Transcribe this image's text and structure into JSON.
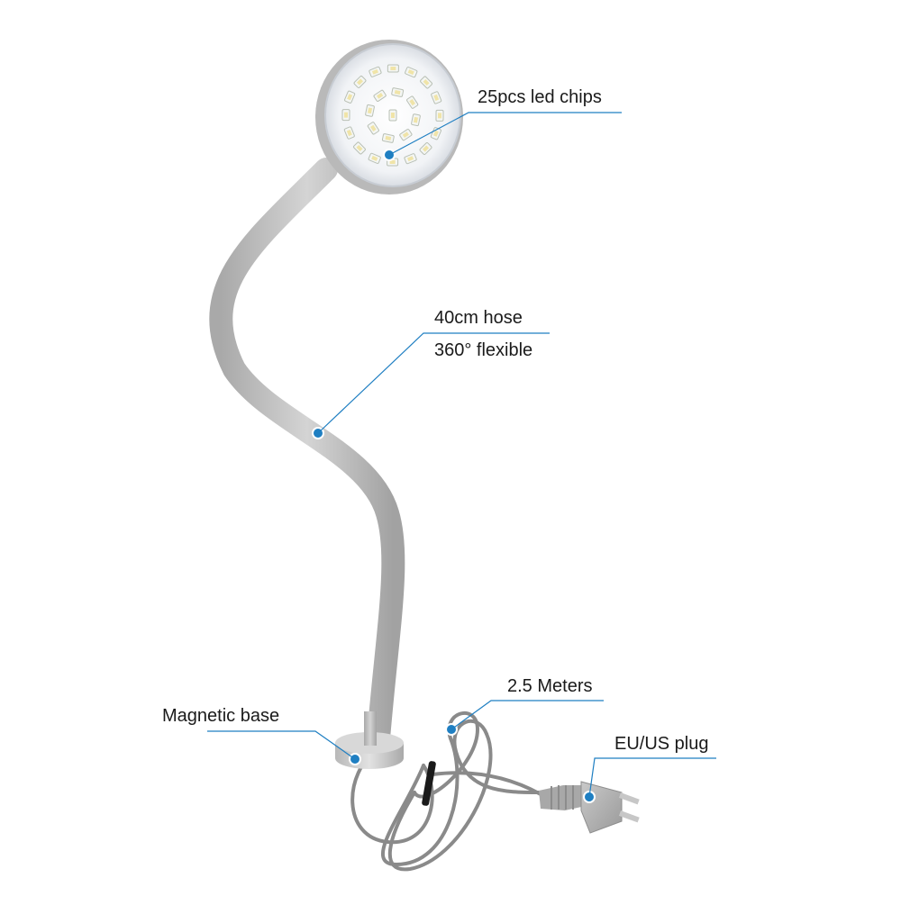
{
  "product": {
    "body_color": "#bdbdbd",
    "cable_color": "#8a8a8a",
    "leader_color": "#1f7fc2",
    "dot_color": "#1f7fc2",
    "led_count": 25
  },
  "callouts": {
    "led_chips": "25pcs led chips",
    "hose_length": "40cm hose",
    "hose_flex": "360° flexible",
    "cable_length": "2.5 Meters",
    "base": "Magnetic base",
    "plug": "EU/US plug"
  }
}
